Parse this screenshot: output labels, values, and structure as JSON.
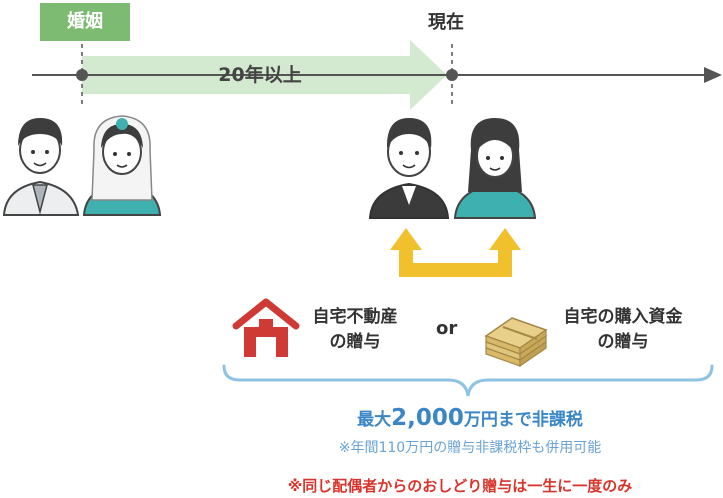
{
  "timeline": {
    "marriage_label": "婚姻",
    "now_label": "現在",
    "span_label": "20年以上"
  },
  "gifts": {
    "real_estate_label": "自宅不動産\nの贈与",
    "funds_label": "自宅の購入資金\nの贈与",
    "or_label": "or"
  },
  "summary": {
    "main_prefix": "最大",
    "main_amount": "2,000",
    "main_suffix": "万円まで非課税",
    "note": "※年間110万円の贈与非課税枠も併用可能",
    "warning": "※同じ配偶者からのおしどり贈与は一生に一度のみ"
  },
  "colors": {
    "accent_green": "#7dbb72",
    "arrow_green": "#d4ead0",
    "arrow_yellow": "#f0c12d",
    "house_red": "#cf3b34",
    "brace_blue": "#8ec3e6",
    "text_blue": "#3a86c6",
    "warning_red": "#d9342b"
  },
  "icons": [
    "groom-icon",
    "bride-icon",
    "husband-icon",
    "wife-icon",
    "house-icon",
    "money-icon"
  ]
}
